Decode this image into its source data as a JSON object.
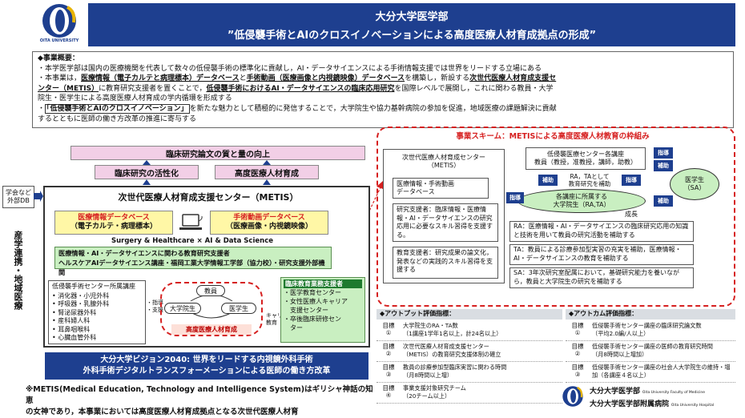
{
  "header": {
    "title": "大分大学医学部",
    "subtitle": "”低侵襲手術とAIのクロスイノベーションによる高度医療人材育成拠点の形成”"
  },
  "logo": {
    "caption": "OITA UNIVERSITY"
  },
  "overview": {
    "heading": "◆事業概要：",
    "line1": "・本学医学部は国内の医療機関を代表して数々の低侵襲手術の標準化に貢献し，AI・データサイエンスによる手術情報支援では世界をリードする立場にある",
    "line2a": "・本事業は，",
    "line2b": "医療情報（電子カルテと病理標本）データベース",
    "line2c": "と",
    "line2d": "手術動画（医療画像と内視鏡映像）データベース",
    "line2e": "を構築し，新設する",
    "line2f": "次世代医療人材育成支援セ",
    "line3a": "ンター（METIS）",
    "line3b": "に教育研究支援者を置くことで，",
    "line3c": "低侵襲手術におけるAI・データサイエンスの臨床応用研究",
    "line3d": "を国際レベルで展開し，これに関わる教員・大学",
    "line4": "院生・医学生による高度医療人材育成の学内循環を形成する",
    "line5a": "・",
    "line5b": "「低侵襲手術とAIのクロスイノベーション」",
    "line5c": "を新たな魅力として積極的に発信することで，大学院生や協力基幹病院の参加を促進，地域医療の課題解決に貢献",
    "line6": "するとともに医師の働き方改革の推進に寄与する"
  },
  "left": {
    "pink_top": "臨床研究論文の質と量の向上",
    "pink_left": "臨床研究の活性化",
    "pink_right": "高度医療人材育成",
    "side_db": "学会など\n外部DB",
    "side_vertical": "産学連携・地域医療",
    "metis_title": "次世代医療人材育成支援センター（METIS）",
    "db1_title": "医療情報データベース",
    "db1_sub": "（電子カルテ・病理標本）",
    "db2_title": "手術動画データベース",
    "db2_sub": "（医療画像・内視鏡映像）",
    "surg_ai": "Surgery & Healthcare × AI & Data Science",
    "green_line1": "医療情報・AI・データサイエンスに関わる教育研究支援者",
    "green_line2": "ヘルスケアAIデータサイエンス講座・福岡工業大学情報工学部（協力校）・研究支援外部機関",
    "lecture_title": "低侵襲手術センター所属講座",
    "lectures": [
      "消化器・小児外科",
      "呼吸器・乳腺外科",
      "腎泌尿器外科",
      "産科婦人科",
      "耳鼻咽喉科",
      "心臓血管外科"
    ],
    "guide": "・指導\n・支援",
    "cycle_top": "教員",
    "cycle_left": "大学院生",
    "cycle_right": "医学生",
    "cycle_label": "高度医療人材育成",
    "career": "キャリア\n教育",
    "support_title": "臨床教育業務支援者",
    "support_items": [
      "・医学教育センター",
      "・女性医療人キャリア\n　支援センター",
      "・卒後臨床研修セン\n　ター"
    ],
    "vision1": "大分大学ビジョン2040: 世界をリードする内視鏡外科手術",
    "vision2": "外科手術デジタルトランスフォーメーションによる医師の働き方改革",
    "note": "※METIS(Medical Education, Technology and Intelligence System)はギリシャ神話の知恵\nの女神であり，本事業においては高度医療人材育成拠点となる次世代医療人材育\n成支援センターの略称として用いる"
  },
  "scheme": {
    "title": "事業スキーム：METISによる高度医療人材教育の枠組み",
    "metis_box": "次世代医療人材育成センター\n（METIS）",
    "db_box": "医療情報・手術動画\nデータベース",
    "res_box": "研究支援者：臨床情報・医療情報・AI・データサイエンスの研究応用に必要なスキル習得を支援する。",
    "edu_box": "教育支援者：研究成果の論文化，発表などの実践的スキル習得を支援する",
    "center_box": "低侵襲医療センター各講座\n教員（教授，准教授，講師，助教）",
    "ra_ta": "RA，TAとして\n教育研究を補助",
    "grad_box": "各講座に所属する\n大学院生（RA,TA）",
    "med_box": "医学生\n（SA）",
    "guide": "指導",
    "assist": "補助",
    "growth": "成長",
    "ra_note": "RA：医療情報・AI・データサイエンスの臨床研究応用の知識と技術を用いて教員の研究活動を補助する",
    "ta_note": "TA：教員による診療参加型実習の充実を補助，医療情報・AI・データサイエンスの教育を補助する",
    "sa_note": "SA：3年次研究室配属において，基礎研究能力を養いながら，教員と大学院生の研究を補助する"
  },
  "output": {
    "title": "◆アウトプット評価指標：",
    "rows": [
      {
        "idx": "目標\n①",
        "text": "大学院生のRA・TA数\n（1講座1学年1名以上，計24名以上）"
      },
      {
        "idx": "目標\n②",
        "text": "次世代医療人材育成支援センター\n（METIS）の教育研究支援体制の確立"
      },
      {
        "idx": "目標\n③",
        "text": "教員の診療参加型臨床実習に関わる時間\n（月8時間以上増）"
      },
      {
        "idx": "目標\n④",
        "text": "事業支援対象研究チーム\n（20チーム以上）"
      }
    ]
  },
  "outcome": {
    "title": "◆アウトカム評価指標：",
    "rows": [
      {
        "idx": "目標\n①",
        "text": "低侵襲手術センター講座の臨床研究論文数\n（平均2.0編/人以上）"
      },
      {
        "idx": "目標\n②",
        "text": "低侵襲手術センター講座の医師の教育研究時間\n（月8時間以上増加）"
      },
      {
        "idx": "目標\n③",
        "text": "低侵襲手術センター講座の社会人大学院生の維持・増加（各講座４名以上）"
      }
    ]
  },
  "footer": {
    "ja1": "大分大学医学部",
    "en1": "Oita University Faculty of Medicine",
    "ja2": "大分大学医学部附属病院",
    "en2": "Oita University Hospital"
  },
  "colors": {
    "navy": "#1e3f8f",
    "red": "#d62020",
    "yellow": "#fff7a6",
    "green": "#c9efc1",
    "pink": "#f2cfe6",
    "gray": "#d9dde2"
  }
}
